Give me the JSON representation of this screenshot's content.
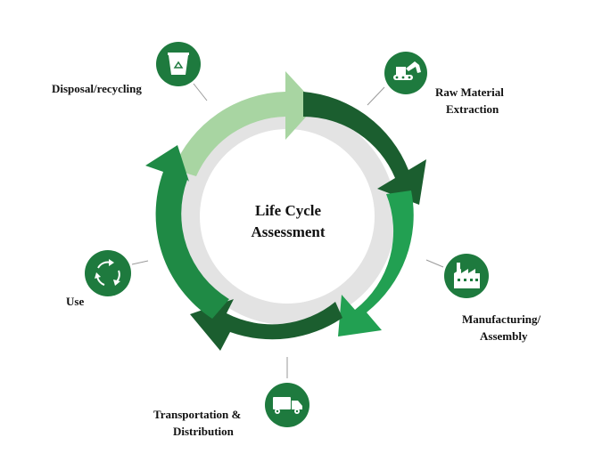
{
  "center": {
    "line1": "Life Cycle",
    "line2": "Assessment"
  },
  "stages": [
    {
      "id": "raw",
      "lines": [
        "Raw Material",
        "Extraction"
      ],
      "icon": "excavator-icon"
    },
    {
      "id": "manufacturing",
      "lines": [
        "Manufacturing/",
        "Assembly"
      ],
      "icon": "factory-icon"
    },
    {
      "id": "transport",
      "lines": [
        "Transportation &",
        "Distribution"
      ],
      "icon": "truck-icon"
    },
    {
      "id": "use",
      "lines": [
        "Use"
      ],
      "icon": "recycle-arrows-icon"
    },
    {
      "id": "disposal",
      "lines": [
        "Disposal/recycling"
      ],
      "icon": "recycle-bin-icon"
    }
  ],
  "colors": {
    "dark_green": "#1b5e2f",
    "mid_green": "#1f8a45",
    "bright_green": "#22a052",
    "light_green": "#a8d5a2",
    "ring_gray": "#e3e3e3",
    "icon_circle": "#1e7a3e"
  }
}
